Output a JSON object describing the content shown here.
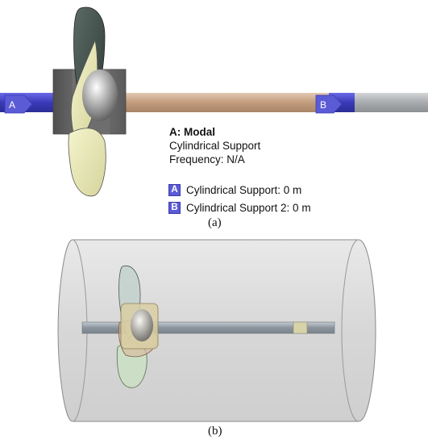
{
  "panel_a": {
    "title": "A: Modal",
    "line1": "Cylindrical Support",
    "line2": "Frequency: N/A",
    "legend": [
      {
        "chip": "A",
        "label": "Cylindrical Support: 0  m"
      },
      {
        "chip": "B",
        "label": "Cylindrical Support 2: 0  m"
      }
    ],
    "markers": {
      "left": "A",
      "right": "B"
    },
    "caption": "(a)"
  },
  "panel_b": {
    "caption": "(b)"
  },
  "colors": {
    "support": "#4a4ad0",
    "shaft_copper": "#c8a487",
    "shaft_gray": "#aeb1b4",
    "hub": "#6a6a6a",
    "blade_dark": "#3e4a46",
    "blade_light": "#e6e6b4",
    "cylinder": "#dcdcdc"
  }
}
